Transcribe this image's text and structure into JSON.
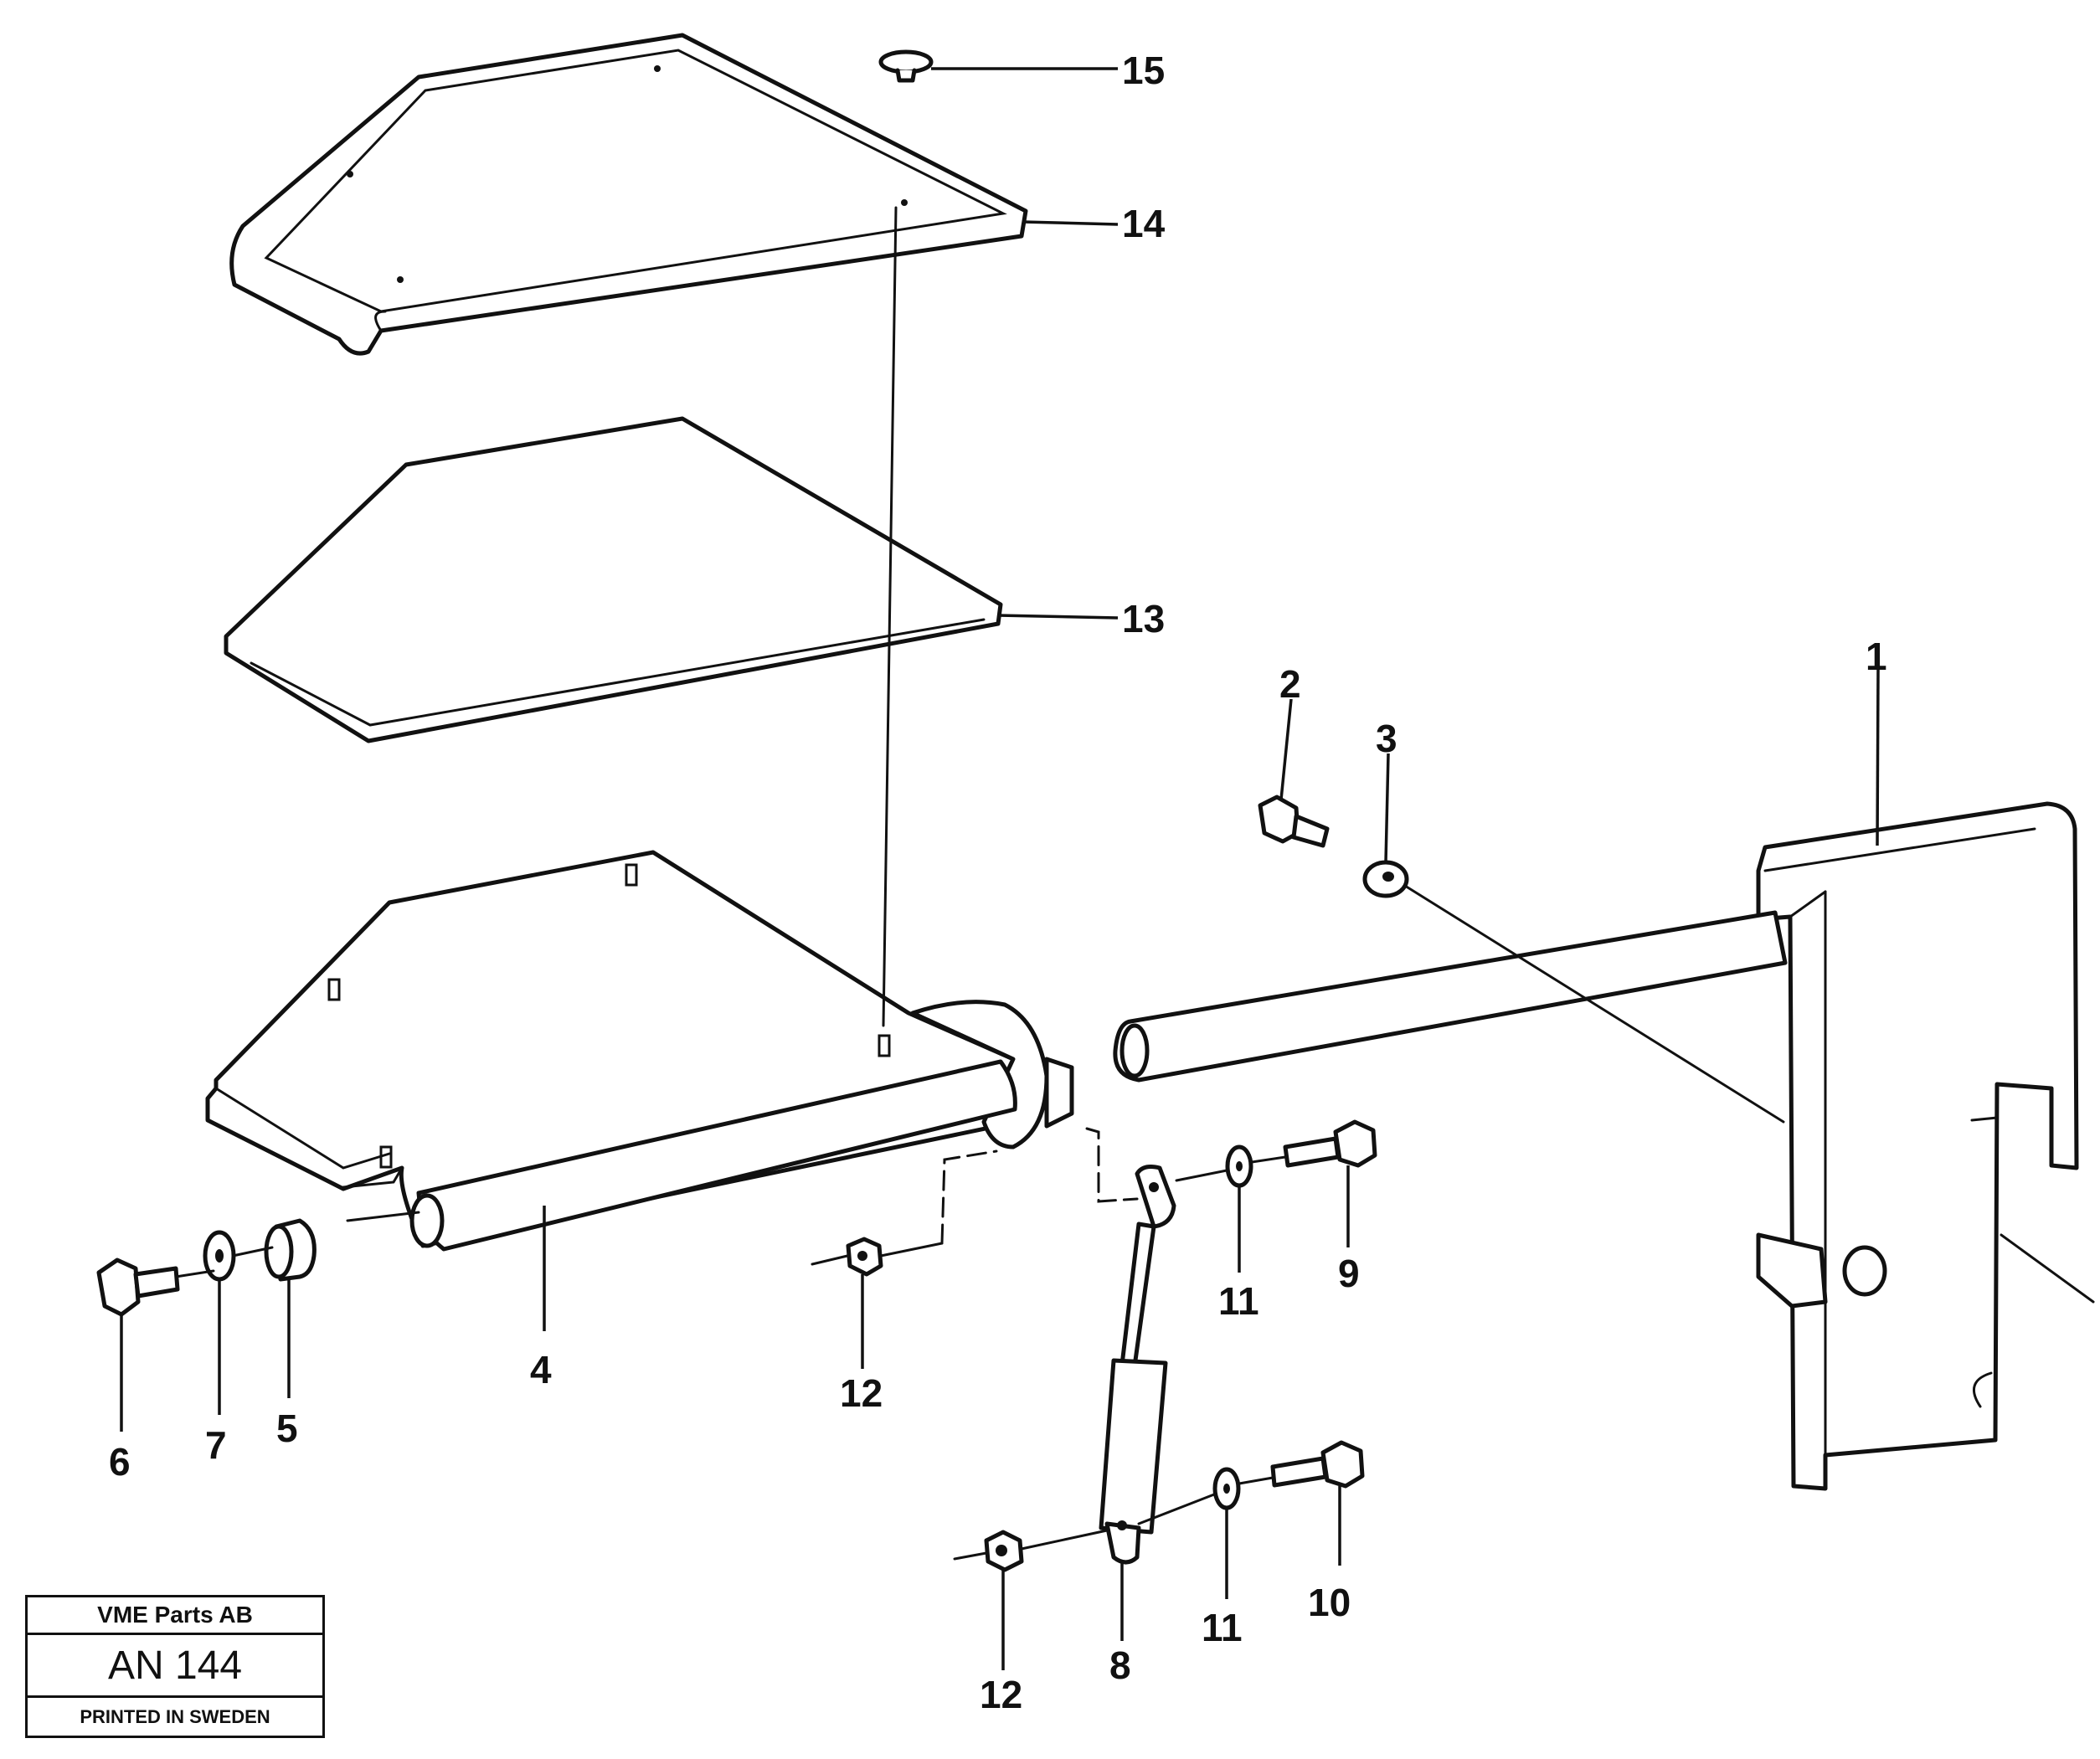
{
  "callouts": {
    "c1": "1",
    "c2": "2",
    "c3": "3",
    "c4": "4",
    "c5": "5",
    "c6": "6",
    "c7": "7",
    "c8": "8",
    "c9": "9",
    "c10": "10",
    "c11a": "11",
    "c11b": "11",
    "c12a": "12",
    "c12b": "12",
    "c13": "13",
    "c14": "14",
    "c15": "15"
  },
  "title_block": {
    "company": "VME Parts AB",
    "drawing_code": "AN 144",
    "printed": "PRINTED IN SWEDEN"
  }
}
